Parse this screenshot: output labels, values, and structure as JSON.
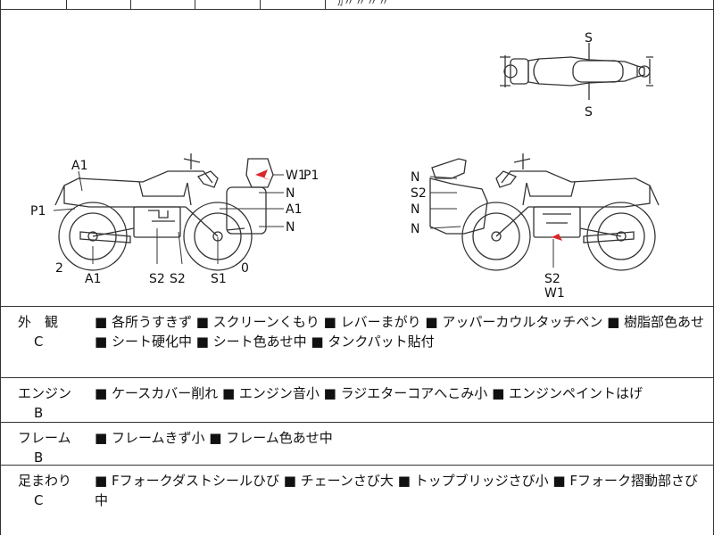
{
  "top_strip": {
    "partial_text": "ｶ〃〃〃〃"
  },
  "diagram": {
    "top_view_labels": [
      "S",
      "S"
    ],
    "left_view_labels": [
      "A1",
      "P1",
      "2",
      "A1",
      "S2",
      "S2",
      "S1",
      "0",
      "W1",
      "P1",
      "N",
      "A1",
      "N"
    ],
    "right_view_labels": [
      "N",
      "S2",
      "N",
      "N",
      "S2",
      "W1"
    ]
  },
  "sections": [
    {
      "label": "外　観",
      "grade": "C",
      "text": "■ 各所うすきず ■ スクリーンくもり ■ レバーまがり ■ アッパーカウルタッチペン ■ 樹脂部色あせ ■ シート硬化中 ■ シート色あせ中 ■ タンクパット貼付"
    },
    {
      "label": "エンジン",
      "grade": "B",
      "text": "■ ケースカバー削れ ■ エンジン音小 ■ ラジエターコアへこみ小 ■ エンジンペイントはげ"
    },
    {
      "label": "フレーム",
      "grade": "B",
      "text": "■ フレームきず小 ■ フレーム色あせ中"
    },
    {
      "label": "足まわり",
      "grade": "C",
      "text": "■ Fフォークダストシールひび ■ チェーンさび大 ■ トップブリッジさび小 ■ Fフォーク摺動部さび中"
    }
  ],
  "colors": {
    "line": "#333333",
    "damage_mark": "#d9262a"
  }
}
